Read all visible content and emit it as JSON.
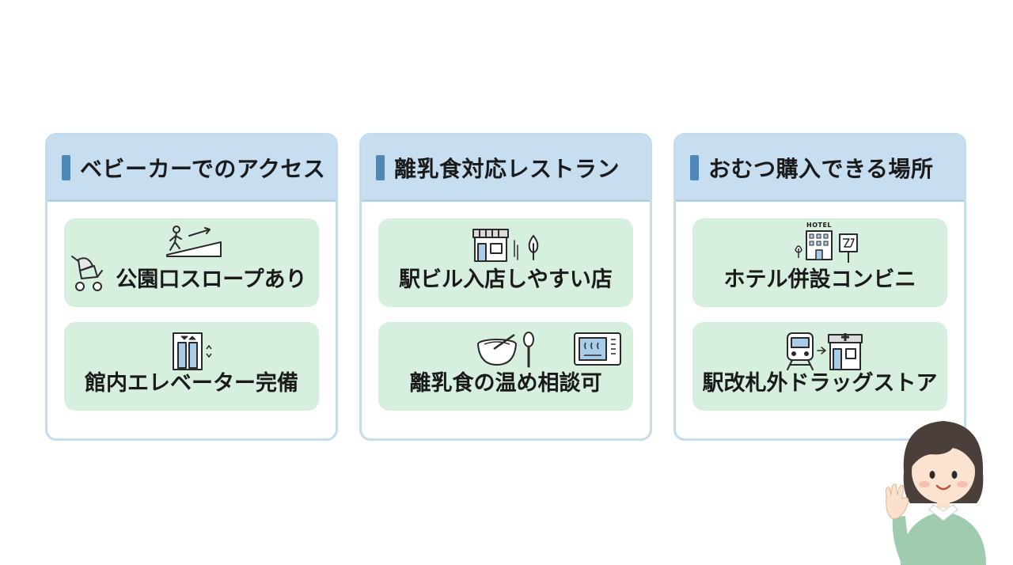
{
  "cards": [
    {
      "title": "ベビーカーでのアクセス",
      "items": [
        {
          "label": "公園口スロープあり",
          "icons": [
            "stroller-icon",
            "ramp-walker-icon"
          ]
        },
        {
          "label": "館内エレベーター完備",
          "icons": [
            "elevator-icon"
          ]
        }
      ]
    },
    {
      "title": "離乳食対応レストラン",
      "items": [
        {
          "label": "駅ビル入店しやすい店",
          "icons": [
            "shop-icon",
            "tree-icon"
          ]
        },
        {
          "label": "離乳食の温め相談可",
          "icons": [
            "food-bowl-icon",
            "microwave-icon"
          ]
        }
      ]
    },
    {
      "title": "おむつ購入できる場所",
      "items": [
        {
          "label": "ホテル併設コンビニ",
          "icons": [
            "hotel-icon",
            "convenience-store-icon"
          ],
          "hotel_sign": "HOTEL"
        },
        {
          "label": "駅改札外ドラッグストア",
          "icons": [
            "train-icon",
            "drugstore-icon"
          ]
        }
      ]
    }
  ],
  "colors": {
    "header_bg": "#c6def0",
    "header_accent": "#4f88b4",
    "card_border": "#c5dceb",
    "item_bg": "#d6efdf"
  }
}
